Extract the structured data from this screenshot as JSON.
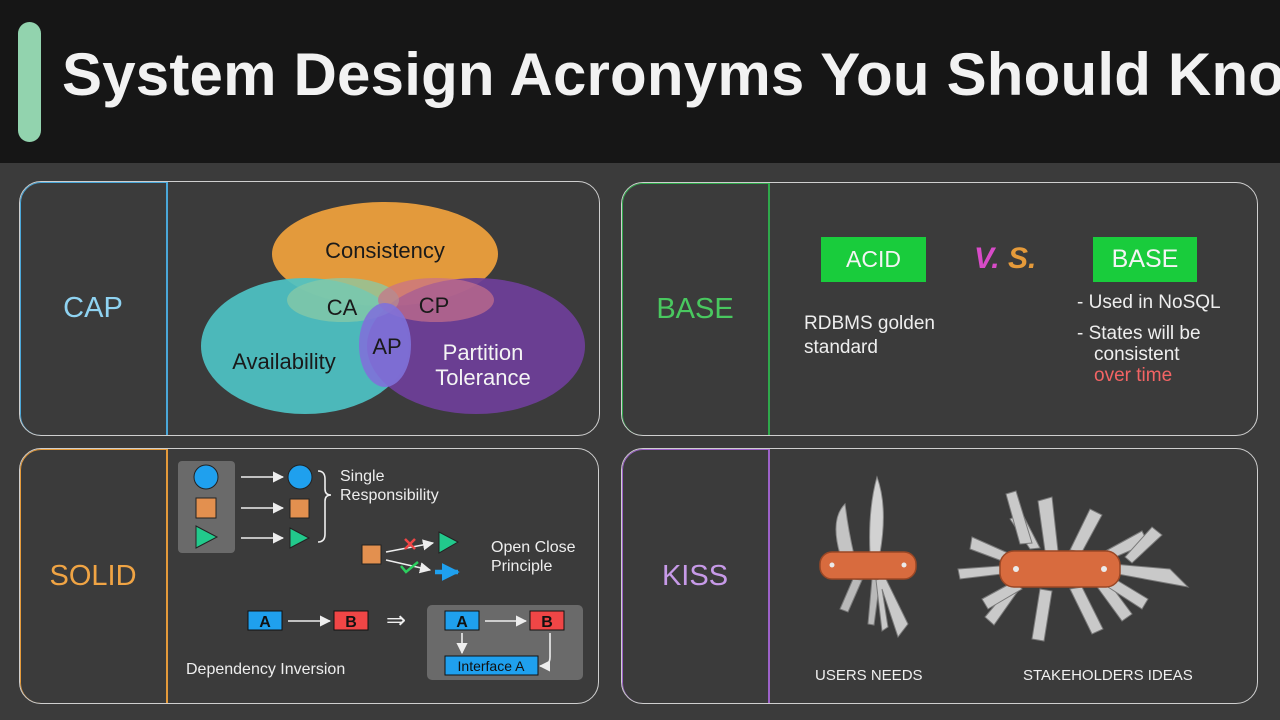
{
  "title": "System Design Acronyms You Should Know",
  "colors": {
    "accent_bar": "#92d3ae",
    "cap": "#4aa7d9",
    "base": "#2fa84b",
    "solid": "#e59a3a",
    "kiss": "#9d62c9",
    "badge_green": "#19cc3c",
    "highlight_red": "#f36464"
  },
  "cap": {
    "label": "CAP",
    "venn": {
      "consistency": "Consistency",
      "availability": "Availability",
      "partition_line1": "Partition",
      "partition_line2": "Tolerance",
      "ca": "CA",
      "cp": "CP",
      "ap": "AP"
    }
  },
  "base": {
    "label": "BASE",
    "acid_badge": "ACID",
    "base_badge": "BASE",
    "vs_v": "V.",
    "vs_s": "S.",
    "acid_desc_line1": "RDBMS golden",
    "acid_desc_line2": "standard",
    "base_point1": "- Used in NoSQL",
    "base_point2_line1": "- States will be",
    "base_point2_line2": "consistent",
    "base_point2_line3": "over time"
  },
  "solid": {
    "label": "SOLID",
    "single_line1": "Single",
    "single_line2": "Responsibility",
    "open_close_line1": "Open Close",
    "open_close_line2": "Principle",
    "dependency": "Dependency Inversion",
    "box_a": "A",
    "box_b": "B",
    "interface": "Interface A",
    "implies": "⇒"
  },
  "kiss": {
    "label": "KISS",
    "left_caption": "USERS NEEDS",
    "right_caption": "STAKEHOLDERS  IDEAS"
  }
}
